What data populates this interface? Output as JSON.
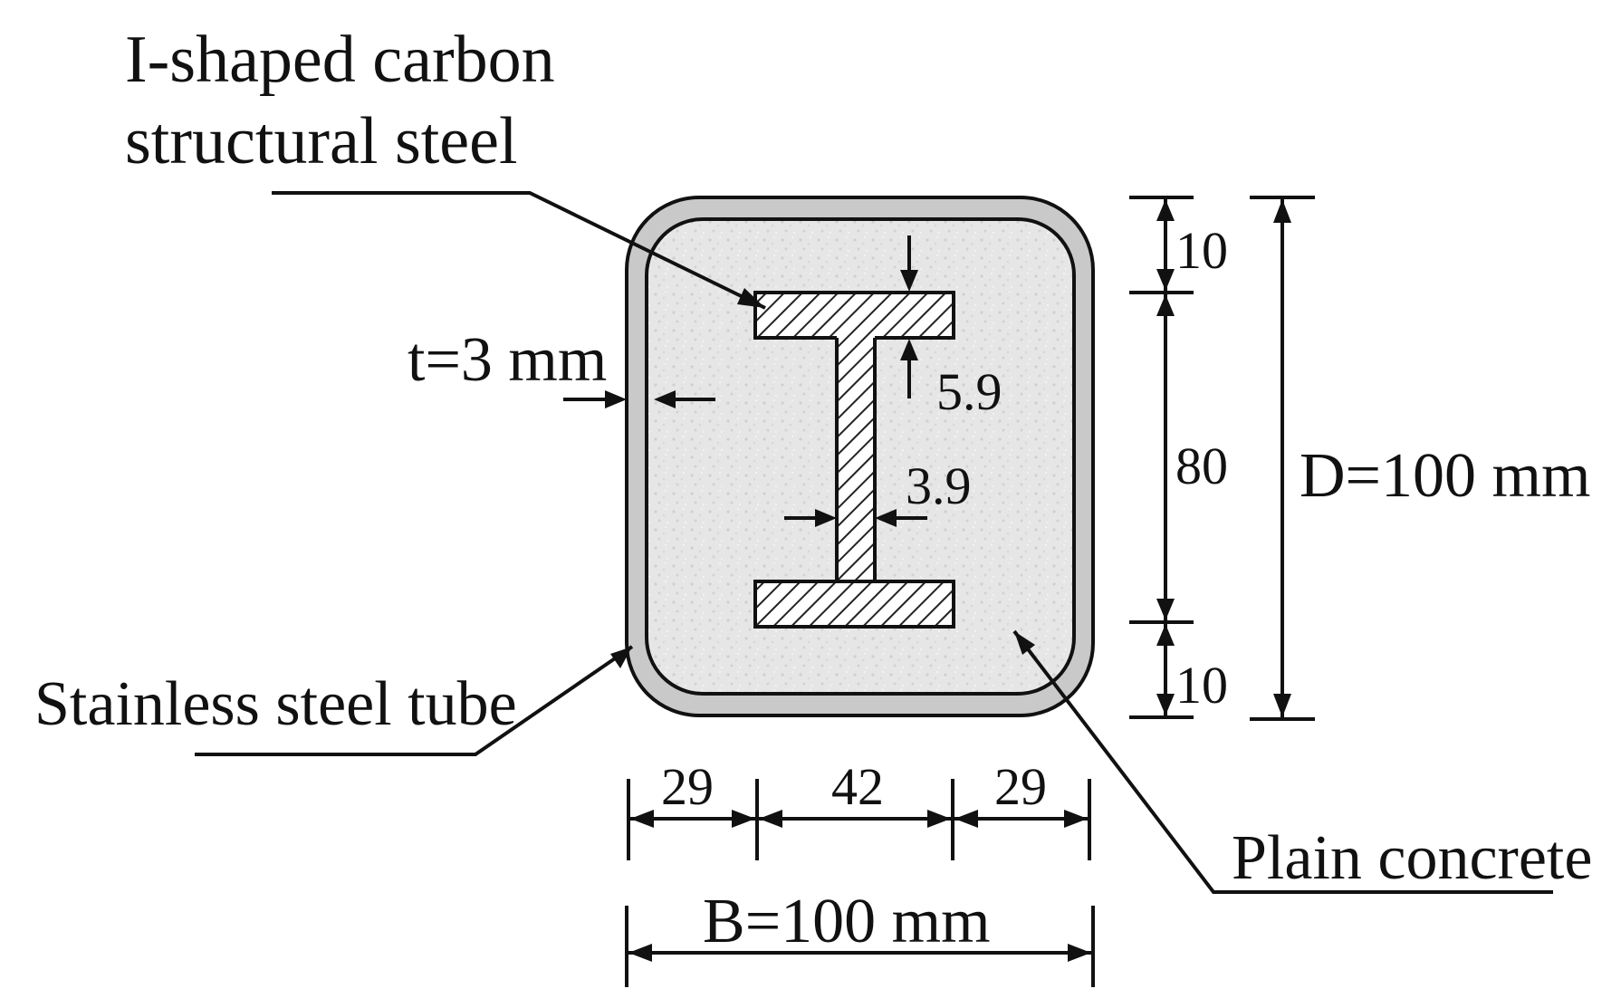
{
  "labels": {
    "steel_line1": "I-shaped carbon",
    "steel_line2": "structural steel",
    "tube": "Stainless steel tube",
    "concrete": "Plain concrete",
    "thickness": "t=3 mm",
    "flange": "5.9",
    "web": "3.9",
    "dim_top": "10",
    "dim_mid": "80",
    "dim_bot": "10",
    "depth": "D=100 mm",
    "w_left": "29",
    "w_mid": "42",
    "w_right": "29",
    "breadth": "B=100 mm"
  },
  "colors": {
    "line": "#111111",
    "tube": "#c8c8c8",
    "concrete": "#e4e4e4"
  }
}
